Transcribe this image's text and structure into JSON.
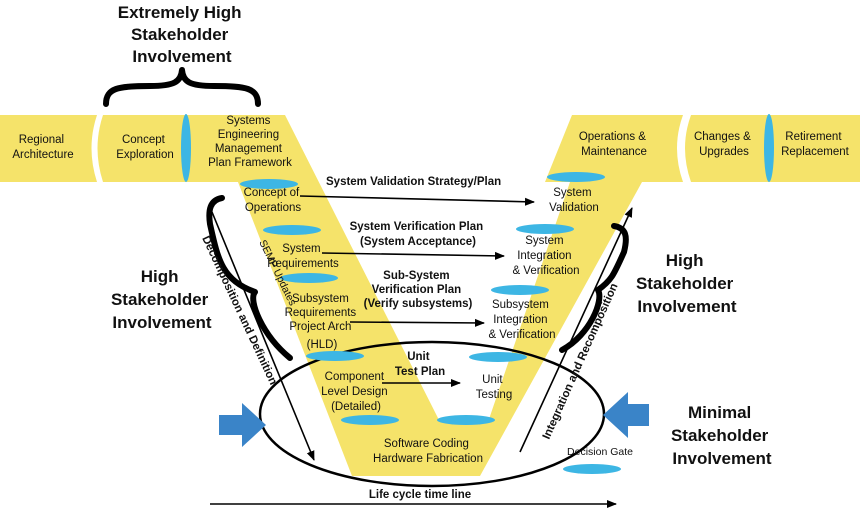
{
  "stakeholder_labels": {
    "extremely_high": [
      "Extremely High",
      "Stakeholder",
      "Involvement"
    ],
    "high_left": [
      "High",
      "Stakeholder",
      "Involvement"
    ],
    "high_right": [
      "High",
      "Stakeholder",
      "Involvement"
    ],
    "minimal": [
      "Minimal",
      "Stakeholder",
      "Involvement"
    ]
  },
  "top_band": {
    "regional_architecture": [
      "Regional",
      "Architecture"
    ],
    "concept_exploration": [
      "Concept",
      "Exploration"
    ],
    "semp_framework": [
      "Systems",
      "Engineering",
      "Management",
      "Plan Framework"
    ],
    "operations_maintenance": [
      "Operations &",
      "Maintenance"
    ],
    "changes_upgrades": [
      "Changes &",
      "Upgrades"
    ],
    "retirement_replacement": [
      "Retirement",
      "Replacement"
    ]
  },
  "left_leg": {
    "concept_of_operations": [
      "Concept of",
      "Operations"
    ],
    "system_requirements": [
      "System",
      "Requirements"
    ],
    "subsystem_requirements": [
      "Subsystem",
      "Requirements",
      "Project Arch",
      "(HLD)"
    ],
    "component_design": [
      "Component",
      "Level Design",
      "(Detailed)"
    ],
    "semp_updates": "SEMP Updates"
  },
  "right_leg": {
    "system_validation": [
      "System",
      "Validation"
    ],
    "system_integration": [
      "System",
      "Integration",
      "& Verification"
    ],
    "subsystem_integration": [
      "Subsystem",
      "Integration",
      "& Verification"
    ],
    "unit_testing": [
      "Unit",
      "Testing"
    ]
  },
  "bottom": {
    "software_coding": [
      "Software Coding",
      "Hardware Fabrication"
    ]
  },
  "plans": {
    "validation_strategy": "System Validation Strategy/Plan",
    "verification_plan": [
      "System Verification Plan",
      "(System Acceptance)"
    ],
    "subsystem_plan": [
      "Sub-System",
      "Verification Plan",
      "(Verify subsystems)"
    ],
    "unit_test_plan": [
      "Unit",
      "Test Plan"
    ]
  },
  "diagonal_labels": {
    "decomposition": "Decomposition and Definition",
    "integration": "Integration and Recomposition"
  },
  "decision_gate": "Decision Gate",
  "timeline": "Life cycle time line",
  "colors": {
    "yellow": "#f5e36a",
    "gate_blue": "#3db6e4",
    "arrow_blue": "#3a84c8",
    "black": "#000000"
  }
}
